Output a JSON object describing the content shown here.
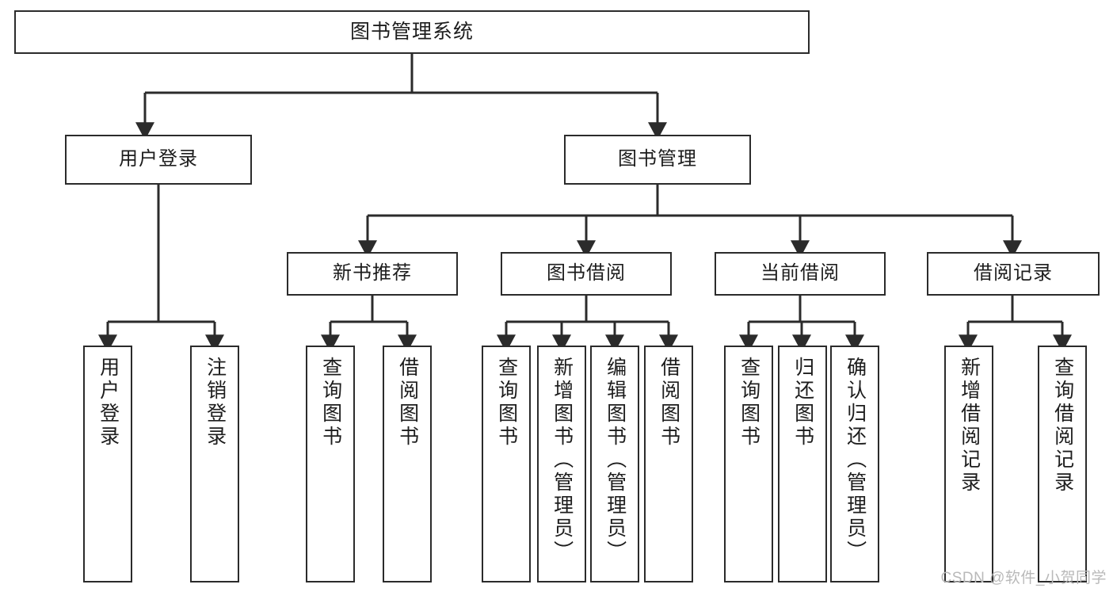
{
  "diagram": {
    "title": "图书管理系统",
    "type": "hierarchy-tree",
    "root": {
      "label": "图书管理系统"
    },
    "level2": [
      {
        "label": "用户登录"
      },
      {
        "label": "图书管理"
      }
    ],
    "level3": [
      {
        "label": "新书推荐"
      },
      {
        "label": "图书借阅"
      },
      {
        "label": "当前借阅"
      },
      {
        "label": "借阅记录"
      }
    ],
    "leaves": {
      "user_login": [
        {
          "label": "用户登录"
        },
        {
          "label": "注销登录"
        }
      ],
      "new_book_recommend": [
        {
          "label": "查询图书"
        },
        {
          "label": "借阅图书"
        }
      ],
      "book_borrow": [
        {
          "label": "查询图书"
        },
        {
          "label": "新增图书（管理员）"
        },
        {
          "label": "编辑图书（管理员）"
        },
        {
          "label": "借阅图书"
        }
      ],
      "current_borrow": [
        {
          "label": "查询图书"
        },
        {
          "label": "归还图书"
        },
        {
          "label": "确认归还（管理员）"
        }
      ],
      "borrow_record": [
        {
          "label": "新增借阅记录"
        },
        {
          "label": "查询借阅记录"
        }
      ]
    }
  },
  "watermark": {
    "text": "CSDN @软件_小贺同学"
  },
  "colors": {
    "box_border": "#2b2b2b",
    "box_fill": "#ffffff",
    "connector": "#2b2b2b",
    "text": "#1d1d1d",
    "watermark": "#b9b9b9",
    "background": "#ffffff"
  }
}
